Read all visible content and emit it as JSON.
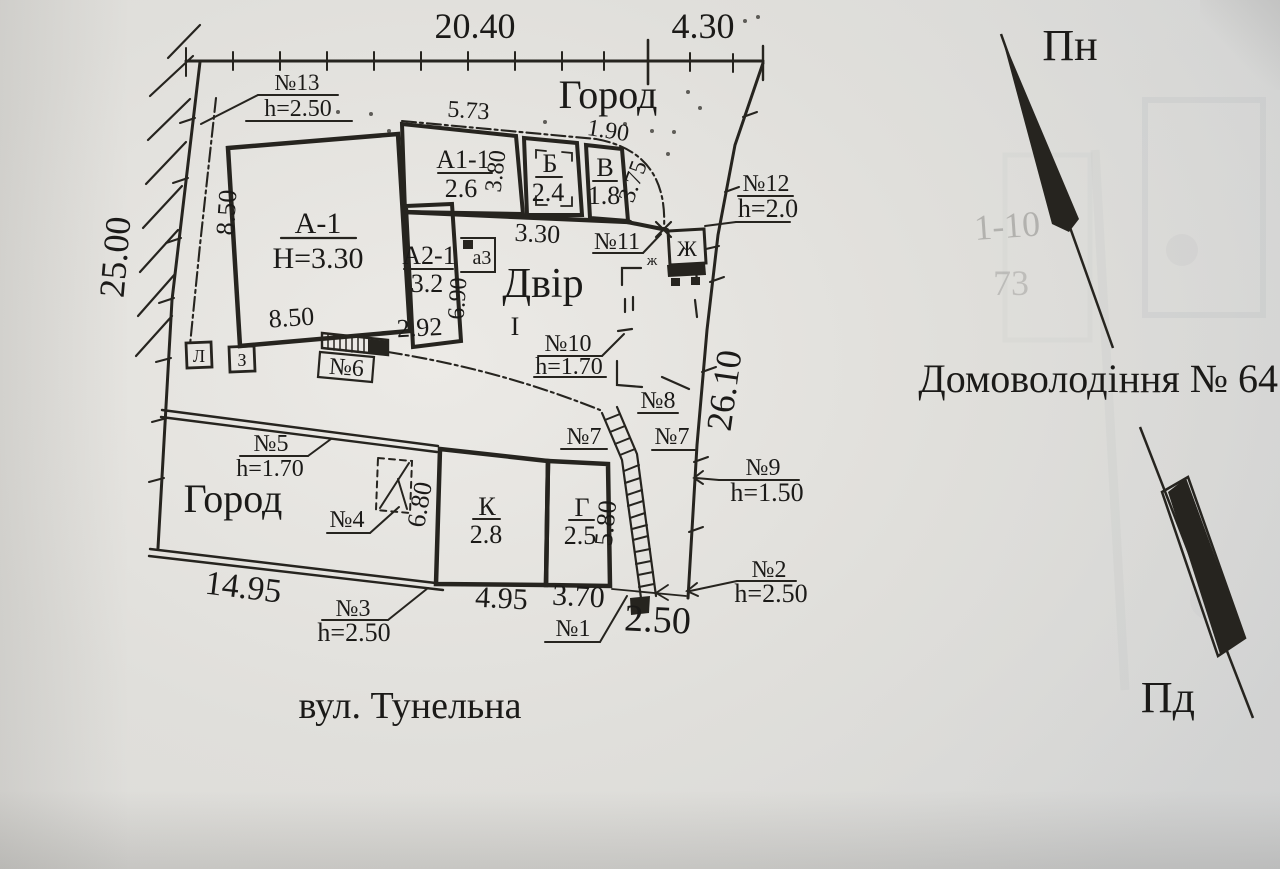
{
  "plan": {
    "street": "вул. Тунельна",
    "areas": {
      "garden_top": "Город",
      "garden_left": "Город",
      "yard": "Двір",
      "zone_i": "І"
    },
    "dims": {
      "top_main": "20.40",
      "top_right": "4.30",
      "left_side": "25.00",
      "right_side": "26.10",
      "bottom_left": "14.95",
      "d573": "5.73",
      "d190": "1.90",
      "d380": "3.80",
      "d375": "3.75",
      "d330": "3.30",
      "d690": "6.90",
      "d292": "2.92",
      "d850_left": "8.50",
      "d850_bottom": "8.50",
      "d680": "6.80",
      "d580": "5.80",
      "d495": "4.95",
      "d370": "3.70",
      "d250": "2.50"
    },
    "buildings": {
      "a1": {
        "name": "А-1",
        "value": "Н=3.30"
      },
      "a11": {
        "name": "А1-1",
        "value": "2.6"
      },
      "b": {
        "name": "Б",
        "value": "2.4"
      },
      "v": {
        "name": "В",
        "value": "1.8"
      },
      "a21": {
        "name": "А2-1",
        "value": "3.2"
      },
      "k": {
        "name": "К",
        "value": "2.8"
      },
      "g": {
        "name": "Г",
        "value": "2.5"
      },
      "zh": {
        "name": "Ж"
      },
      "zh_small": "ж",
      "l": "Л",
      "z": "З",
      "a3": "а3"
    },
    "marks": {
      "n1": "№1",
      "n2": "№2",
      "n2_h": "h=2.50",
      "n3": "№3",
      "n3_h": "h=2.50",
      "n4": "№4",
      "n5": "№5",
      "n5_h": "h=1.70",
      "n6": "№6",
      "n7a": "№7",
      "n7b": "№7",
      "n8": "№8",
      "n9": "№9",
      "n9_h": "h=1.50",
      "n10": "№10",
      "n10_h": "h=1.70",
      "n11": "№11",
      "n12": "№12",
      "n12_h": "h=2.0",
      "n13": "№13",
      "n13_h": "h=2.50"
    }
  },
  "side": {
    "title": "Домоволодіння № 64",
    "north": "Пн",
    "south": "Пд"
  }
}
